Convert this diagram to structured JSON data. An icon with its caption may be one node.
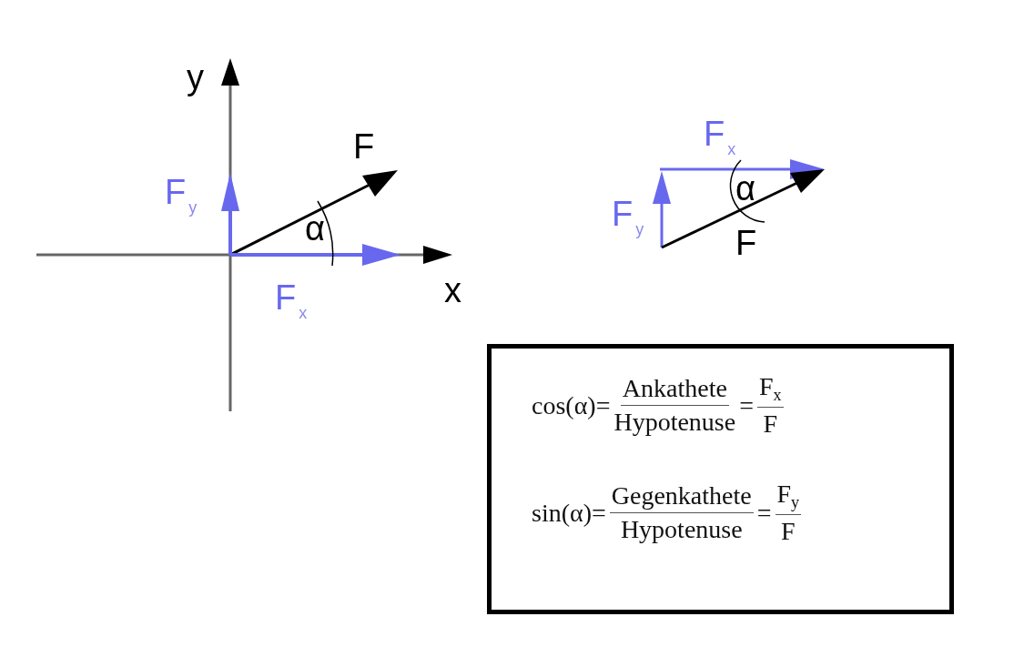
{
  "diagram": {
    "nodes": [
      {
        "text": [
          "cos(α)=",
          "Ankathete",
          "Hypotenuse",
          "=",
          "F$_{x}$",
          "F",
          "sin(α)=",
          "Gegenkathete",
          "Hypotenuse",
          "=",
          "F$_{y}$",
          "F"
        ]
      }
    ],
    "labels": [
      "y",
      "F",
      "F$_{x}$",
      "F$_{y}$",
      "α",
      "α",
      "F$_{y}$",
      "F",
      "x",
      "F$_{x}$"
    ]
  }
}
